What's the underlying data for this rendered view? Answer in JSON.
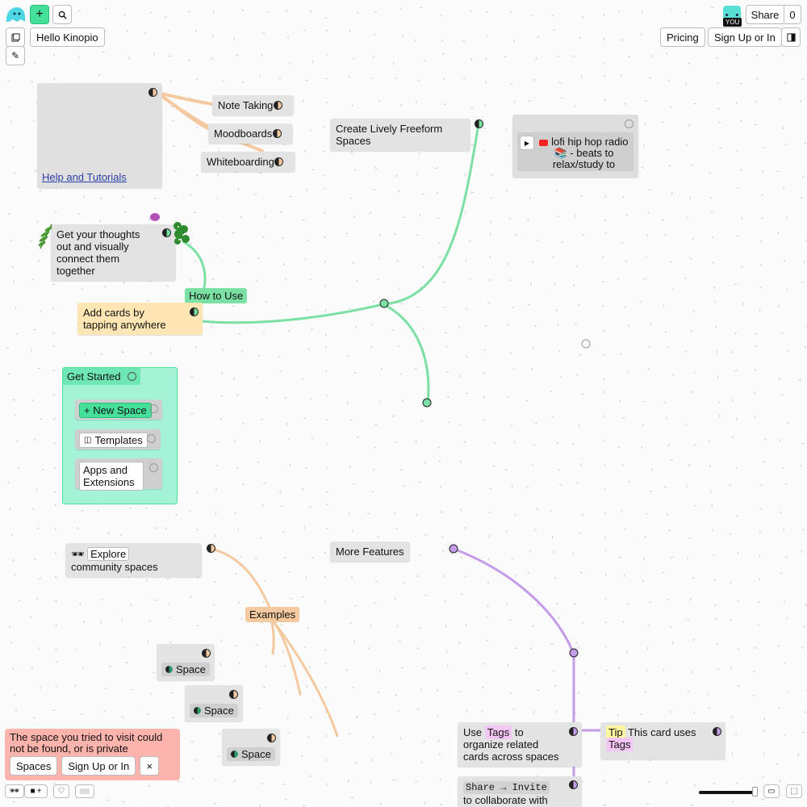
{
  "colors": {
    "accent": "#45e09a",
    "green_line": "#7be0a3",
    "orange_line": "#f5c9a0",
    "purple_line": "#c49be8",
    "error_bg": "#fdb4ad",
    "tip_yellow": "#fff7a0",
    "tag_pink": "#f3c6f5"
  },
  "header": {
    "share_label": "Share",
    "share_count": "0",
    "you_label": "YOU",
    "space_name": "Hello Kinopio",
    "pricing_label": "Pricing",
    "signup_label": "Sign Up or In"
  },
  "cards": {
    "help": "Help and Tutorials",
    "note_taking": "Note Taking",
    "moodboards": "Moodboards",
    "whiteboarding": "Whiteboarding",
    "create_lively": "Create Lively Freeform Spaces",
    "youtube": "lofi hip hop radio 📚 - beats to relax/study to",
    "thoughts": "Get your thoughts out and visually connect them together",
    "how_to_use": "How to Use",
    "add_cards": "Add cards by tapping anywhere",
    "get_started": "Get Started",
    "new_space": "+ New Space",
    "templates": "Templates",
    "apps": "Apps and Extensions",
    "explore_btn": "Explore",
    "explore_rest": "community spaces",
    "more_features": "More Features",
    "examples": "Examples",
    "space_1": "Space",
    "space_2": "Space",
    "space_3": "Space",
    "tags_pre": "Use",
    "tags_tag": "Tags",
    "tags_post": "to organize related cards across spaces",
    "tip_label": "Tip",
    "tip_text": "This card uses",
    "tip_tag": "Tags",
    "share_invite": "Share → Invite",
    "share_invite_post": "to collaborate with your friends"
  },
  "notification": {
    "message": "The space you tried to visit could not be found, or is private",
    "spaces_button": "Spaces",
    "signup_button": "Sign Up or In",
    "close": "×"
  },
  "footer": {
    "explore_icon": "glasses-icon",
    "add_icon": "+"
  }
}
